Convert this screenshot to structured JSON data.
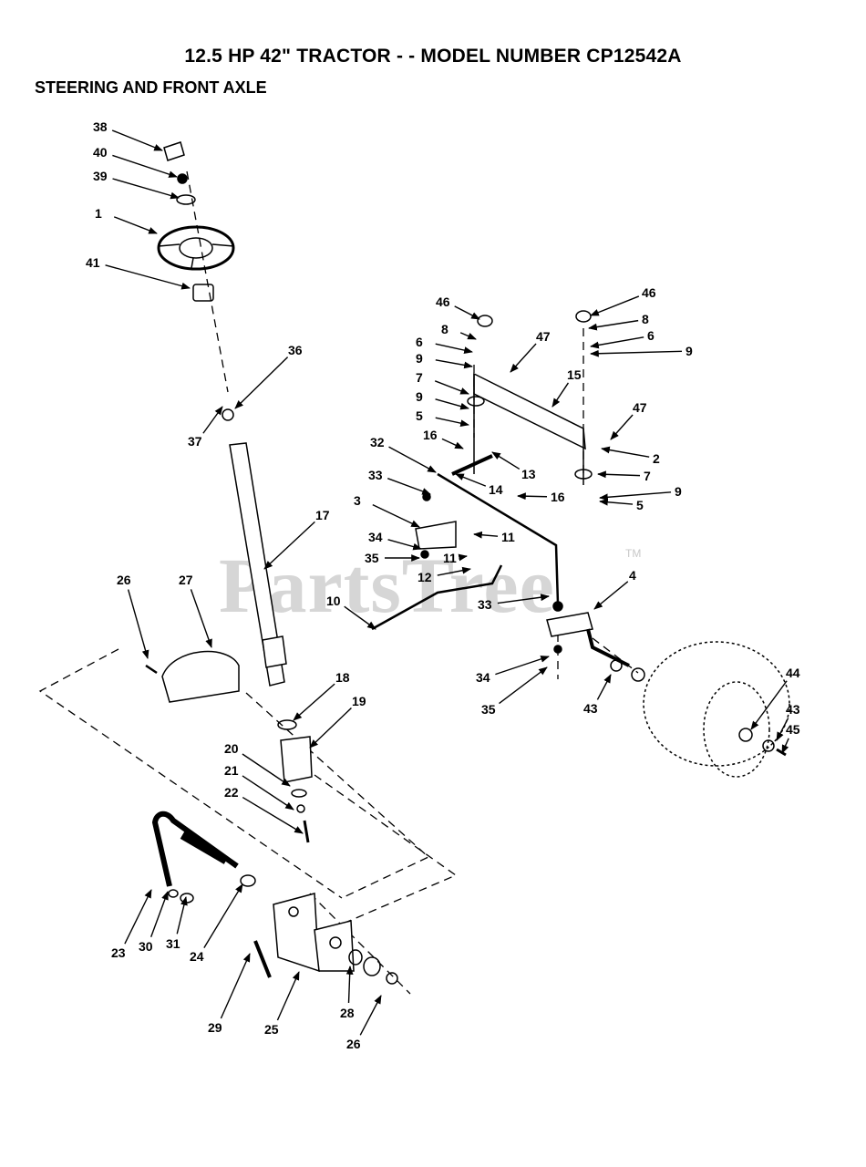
{
  "header": {
    "title": "12.5 HP 42\" TRACTOR - - MODEL NUMBER CP12542A",
    "subtitle": "STEERING AND FRONT AXLE"
  },
  "watermark": {
    "text": "PartsTree",
    "trademark": "TM"
  },
  "callouts": [
    "38",
    "40",
    "39",
    "1",
    "41",
    "36",
    "37",
    "17",
    "26",
    "27",
    "18",
    "19",
    "20",
    "21",
    "22",
    "23",
    "30",
    "31",
    "24",
    "29",
    "25",
    "28",
    "26",
    "46",
    "8",
    "6",
    "9",
    "7",
    "9",
    "5",
    "16",
    "32",
    "33",
    "3",
    "34",
    "35",
    "11",
    "11",
    "12",
    "10",
    "14",
    "13",
    "16",
    "15",
    "47",
    "46",
    "8",
    "6",
    "9",
    "47",
    "2",
    "7",
    "9",
    "5",
    "4",
    "33",
    "34",
    "35",
    "43",
    "44",
    "43",
    "45"
  ]
}
